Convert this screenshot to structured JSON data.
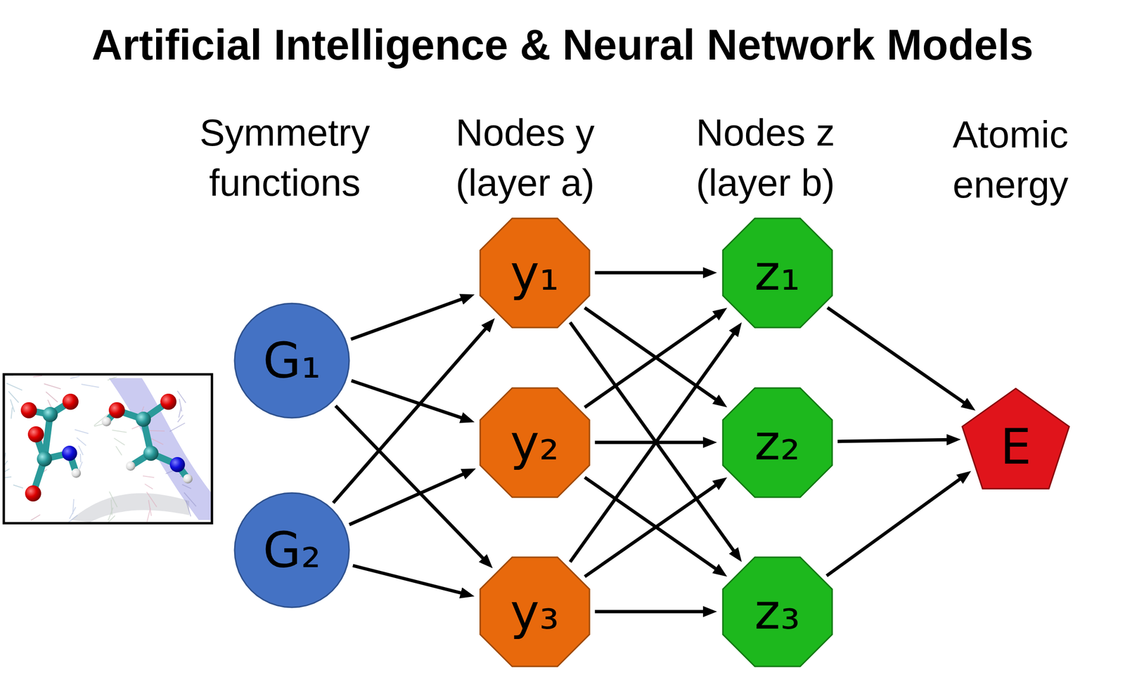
{
  "diagram": {
    "title": "Artificial Intelligence & Neural Network Models",
    "nodes": [
      {
        "text": [
          "G₁"
        ]
      },
      {
        "text": [
          "G₂"
        ]
      },
      {
        "text": [
          "y₁"
        ]
      },
      {
        "text": [
          "y₂"
        ]
      },
      {
        "text": [
          "y₃"
        ]
      },
      {
        "text": [
          "z₁"
        ]
      },
      {
        "text": [
          "z₂"
        ]
      },
      {
        "text": [
          "z₃"
        ]
      },
      {
        "text": [
          "E"
        ]
      }
    ],
    "edges": [
      {
        "from": 0,
        "to": 2,
        "arrow": "to"
      },
      {
        "from": 0,
        "to": 3,
        "arrow": "to"
      },
      {
        "from": 0,
        "to": 4,
        "arrow": "to"
      },
      {
        "from": 1,
        "to": 2,
        "arrow": "to"
      },
      {
        "from": 1,
        "to": 3,
        "arrow": "to"
      },
      {
        "from": 1,
        "to": 4,
        "arrow": "to"
      },
      {
        "from": 2,
        "to": 5,
        "arrow": "to"
      },
      {
        "from": 2,
        "to": 6,
        "arrow": "to"
      },
      {
        "from": 2,
        "to": 7,
        "arrow": "to"
      },
      {
        "from": 3,
        "to": 5,
        "arrow": "to"
      },
      {
        "from": 3,
        "to": 6,
        "arrow": "to"
      },
      {
        "from": 3,
        "to": 7,
        "arrow": "to"
      },
      {
        "from": 4,
        "to": 5,
        "arrow": "to"
      },
      {
        "from": 4,
        "to": 6,
        "arrow": "to"
      },
      {
        "from": 4,
        "to": 7,
        "arrow": "to"
      },
      {
        "from": 5,
        "to": 8,
        "arrow": "to"
      },
      {
        "from": 6,
        "to": 8,
        "arrow": "to"
      },
      {
        "from": 7,
        "to": 8,
        "arrow": "to"
      }
    ],
    "labels": [
      "Symmetry functions",
      "Nodes y (layer a)",
      "Nodes z (layer b)",
      "Atomic energy"
    ]
  }
}
